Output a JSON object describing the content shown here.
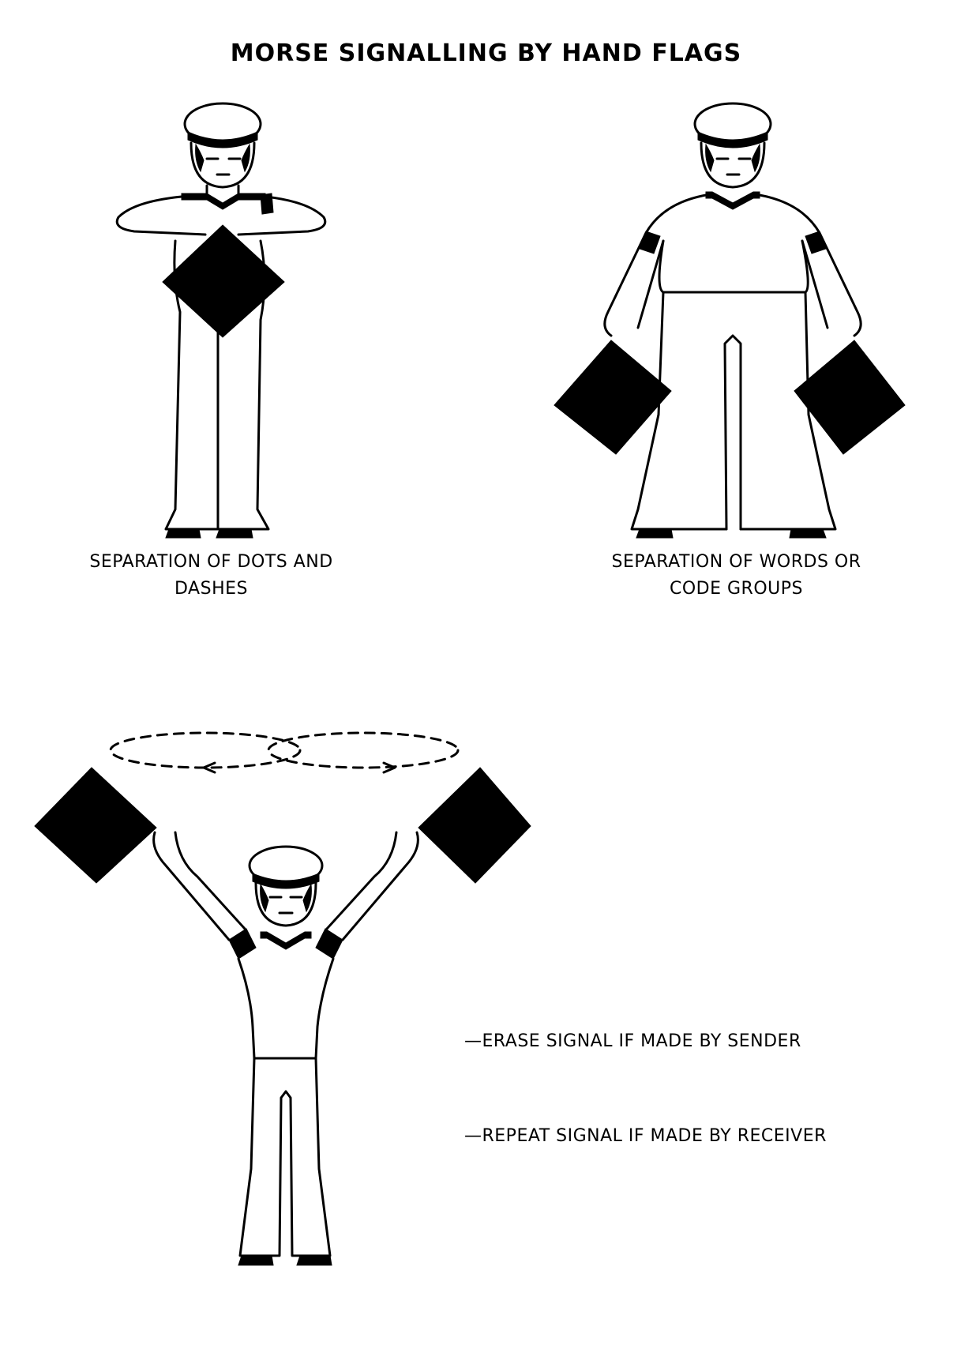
{
  "title": "MORSE SIGNALLING BY HAND FLAGS",
  "panels": [
    {
      "caption_line1": "SEPARATION OF DOTS AND",
      "caption_line2": "DASHES"
    },
    {
      "caption_line1": "SEPARATION OF WORDS OR",
      "caption_line2": "CODE GROUPS"
    }
  ],
  "notes": [
    "—ERASE SIGNAL IF MADE BY SENDER",
    "—REPEAT SIGNAL IF MADE BY  RECEIVER"
  ],
  "colors": {
    "ink": "#000000",
    "paper": "#ffffff"
  }
}
